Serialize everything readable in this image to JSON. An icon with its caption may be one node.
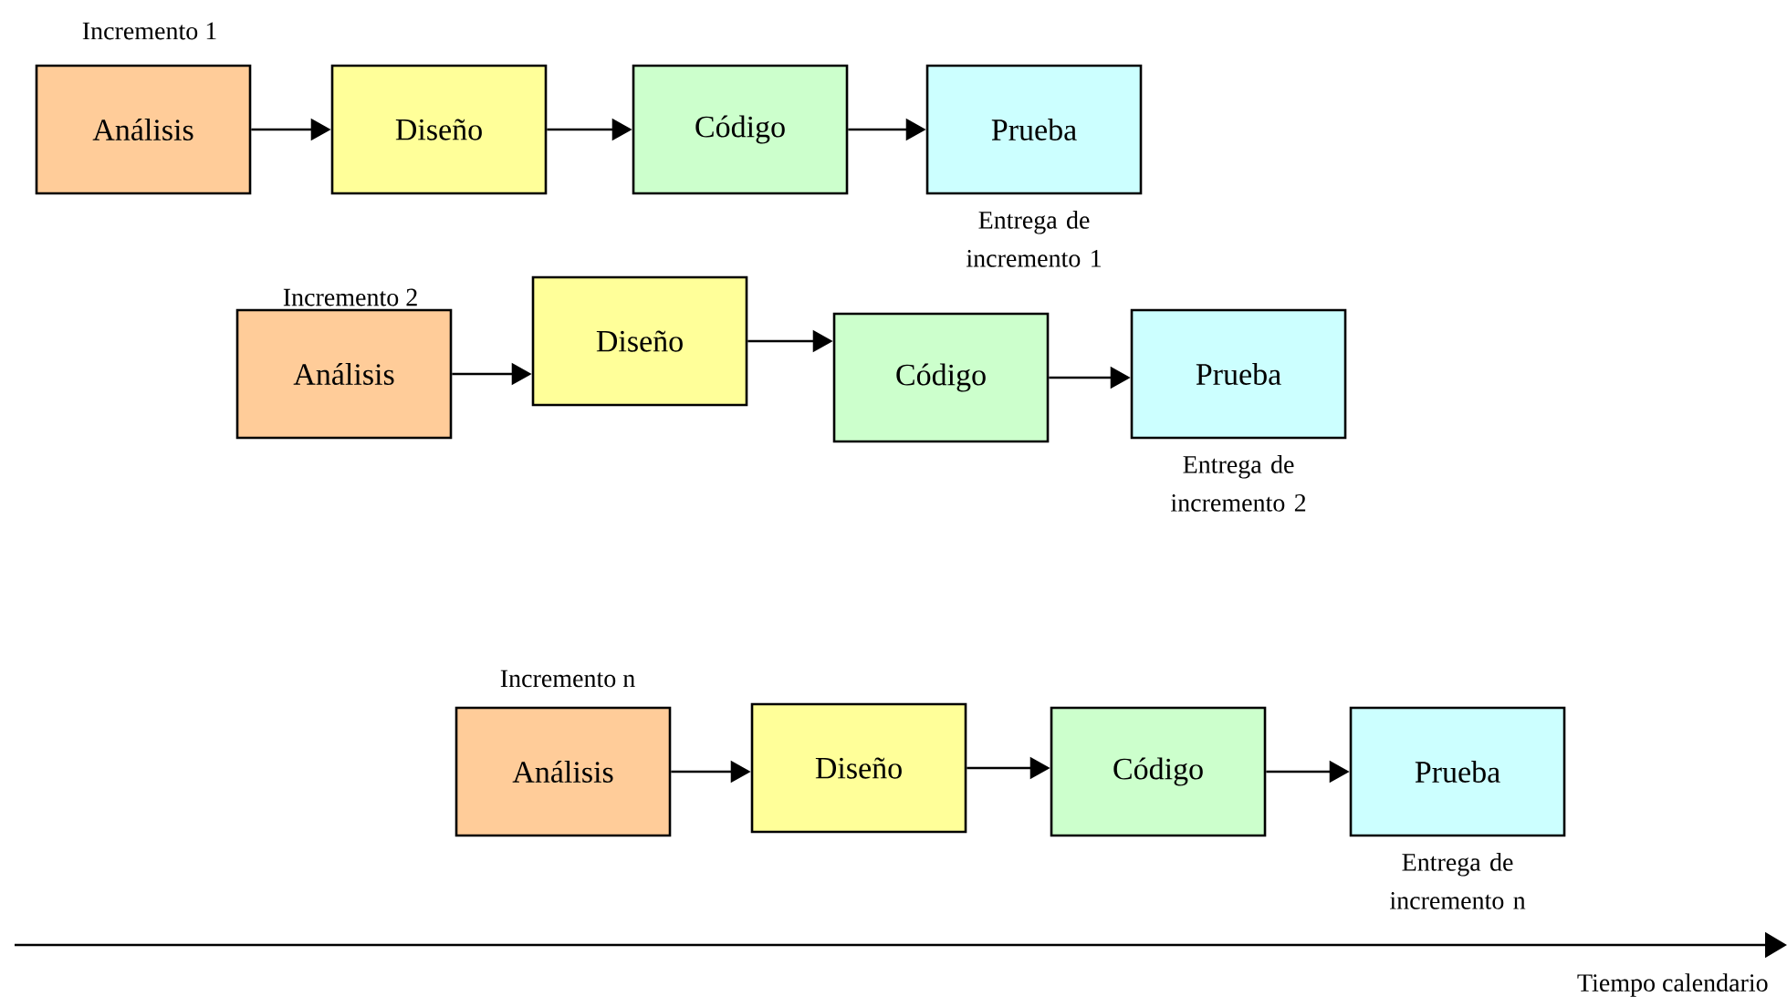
{
  "diagram": {
    "nodes": [
      {
        "text": [
          "Análisis"
        ]
      },
      {
        "text": [
          "Diseño"
        ]
      },
      {
        "text": [
          "Código"
        ]
      },
      {
        "text": [
          "Prueba"
        ],
        "beside": [
          "Entrega de incremento 1"
        ]
      },
      {
        "text": [
          "Análisis"
        ]
      },
      {
        "text": [
          "Diseño"
        ]
      },
      {
        "text": [
          "Código"
        ]
      },
      {
        "text": [
          "Prueba"
        ],
        "beside": [
          "Entrega de incremento 2"
        ]
      },
      {
        "text": [
          "Análisis"
        ]
      },
      {
        "text": [
          "Diseño"
        ]
      },
      {
        "text": [
          "Código"
        ]
      },
      {
        "text": [
          "Prueba"
        ],
        "beside": [
          "Entrega de incremento n"
        ]
      }
    ],
    "edges": [
      {
        "from": 0,
        "to": 1,
        "arrow": "to"
      },
      {
        "from": 1,
        "to": 2,
        "arrow": "to"
      },
      {
        "from": 2,
        "to": 3,
        "arrow": "to"
      },
      {
        "from": 4,
        "to": 5,
        "arrow": "to"
      },
      {
        "from": 5,
        "to": 6,
        "arrow": "to"
      },
      {
        "from": 6,
        "to": 7,
        "arrow": "to"
      },
      {
        "from": 8,
        "to": 9,
        "arrow": "to"
      },
      {
        "from": 9,
        "to": 10,
        "arrow": "to"
      },
      {
        "from": 10,
        "to": 11,
        "arrow": "to"
      }
    ],
    "labels": [
      "Incremento 1",
      "Incremento 2",
      "Incremento n",
      "Tiempo calendario"
    ]
  }
}
